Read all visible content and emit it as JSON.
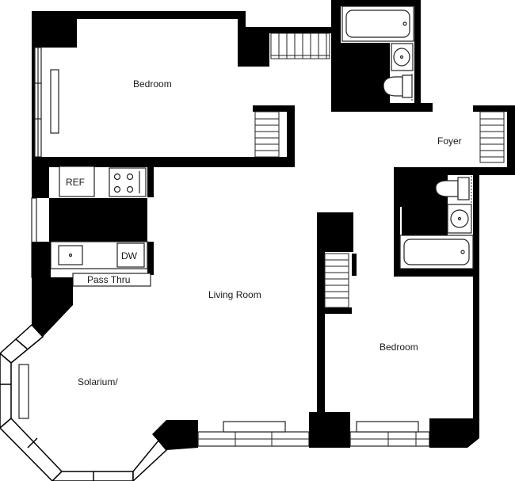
{
  "rooms": {
    "bedroom_top": "Bedroom",
    "foyer": "Foyer",
    "living_room": "Living Room",
    "bedroom_right": "Bedroom",
    "solarium": "Solarium/"
  },
  "fixtures": {
    "refrigerator": "REF",
    "dishwasher": "DW",
    "pass_thru": "Pass Thru"
  },
  "colors": {
    "wall": "#000000",
    "background": "#ffffff",
    "line": "#222222"
  }
}
